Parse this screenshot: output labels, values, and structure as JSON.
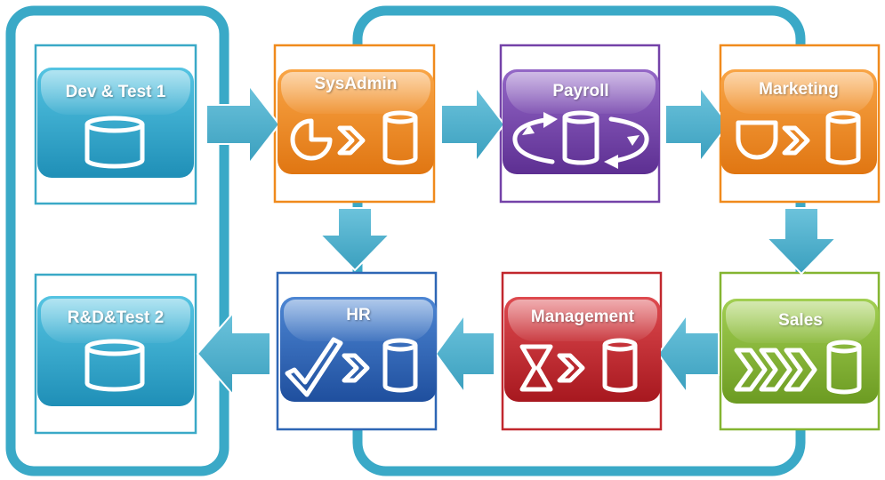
{
  "colors": {
    "frame": "#3aa9c7",
    "arrow": "#4aaecb",
    "blue_tile": "#2aa3c9",
    "orange": "#f08a1c",
    "purple": "#7442a8",
    "green": "#84b531",
    "red": "#c1272d",
    "navy": "#2e66b5"
  },
  "tiles": {
    "dev_test_1": {
      "label": "Dev & Test 1"
    },
    "rd_test_2": {
      "label": "R&D&Test 2"
    },
    "sysadmin": {
      "label": "SysAdmin"
    },
    "payroll": {
      "label": "Payroll"
    },
    "marketing": {
      "label": "Marketing"
    },
    "hr": {
      "label": "HR"
    },
    "management": {
      "label": "Management"
    },
    "sales": {
      "label": "Sales"
    }
  }
}
